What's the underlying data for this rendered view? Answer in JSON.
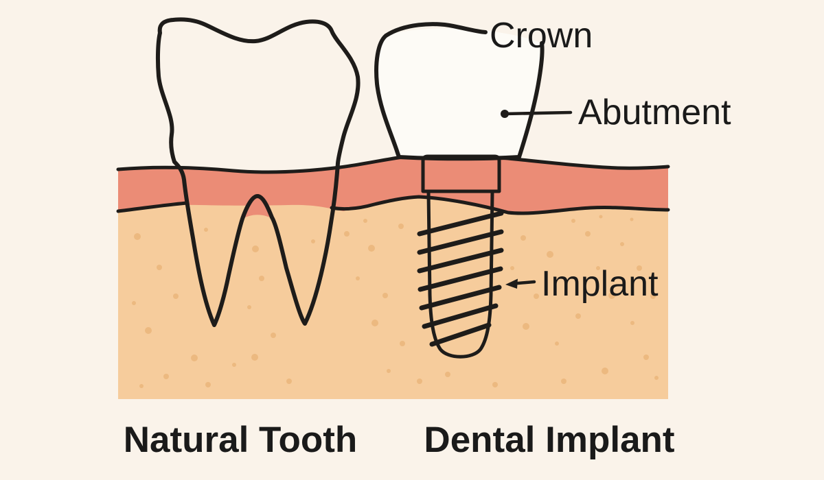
{
  "diagram": {
    "annotations": {
      "crown": "Crown",
      "abutment": "Abutment",
      "implant": "Implant"
    },
    "captions": {
      "natural_tooth": "Natural Tooth",
      "dental_implant": "Dental Implant"
    },
    "colors": {
      "background": "#FAF3EA",
      "gum": "#EB8C76",
      "bone": "#F6CC9C",
      "bone_speckle": "#ECB980",
      "implant_metal": "#ACA9A5",
      "abutment_metal": "#B0ADA9",
      "tooth_white": "#FDFBF6",
      "outline": "#1E1C1A",
      "text": "#1A1A1A"
    }
  }
}
